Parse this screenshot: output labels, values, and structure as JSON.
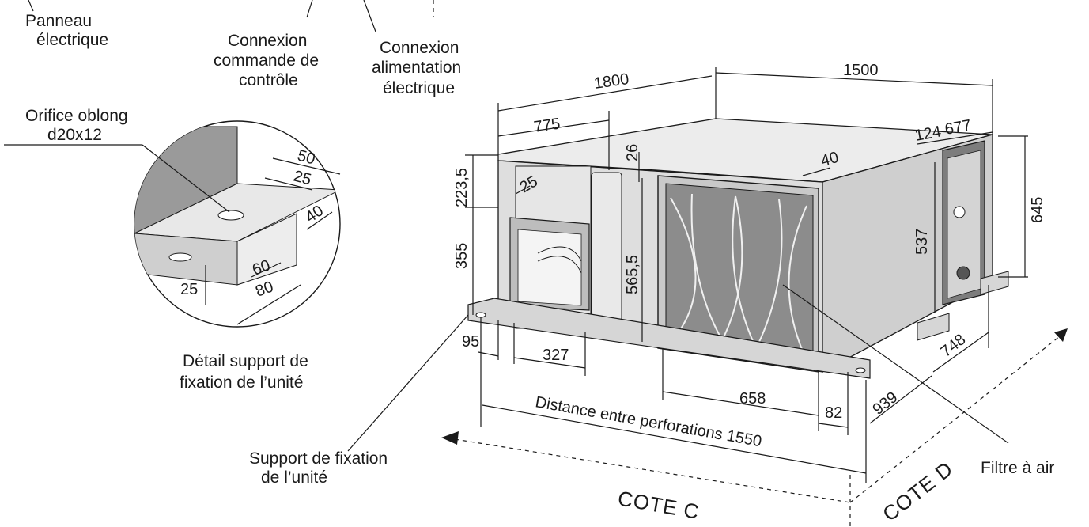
{
  "labels": {
    "panneau_1": "Panneau",
    "panneau_2": "électrique",
    "cmd_1": "Connexion",
    "cmd_2": "commande de",
    "cmd_3": "contrôle",
    "alim_1": "Connexion",
    "alim_2": "alimentation",
    "alim_3": "électrique",
    "orifice_1": "Orifice oblong",
    "orifice_2": "d20x12",
    "detail_1": "Détail support de",
    "detail_2": "fixation de l’unité",
    "support_1": "Support de fixation",
    "support_2": "de l’unité",
    "filtre": "Filtre à air",
    "distance": "Distance entre perforations 1550",
    "cote_c": "COTE C",
    "cote_d": "COTE D"
  },
  "dimensions": {
    "d1800": "1800",
    "d1500": "1500",
    "d775": "775",
    "d124": "124",
    "d677": "677",
    "d26": "26",
    "d40_top": "40",
    "d223_5": "223,5",
    "d25_left": "25",
    "d355": "355",
    "d565_5": "565,5",
    "d537": "537",
    "d645": "645",
    "d95": "95",
    "d327": "327",
    "d658": "658",
    "d82": "82",
    "d939": "939",
    "d748": "748",
    "det_50": "50",
    "det_25_top": "25",
    "det_40": "40",
    "det_60": "60",
    "det_80": "80",
    "det_25_left": "25"
  },
  "colors": {
    "line": "#1a1a1a",
    "panel_light": "#ececec",
    "panel_mid": "#d9d9d9",
    "panel_dark": "#bdbdbd",
    "filter": "#8c8c8c",
    "wall": "#9a9a9a"
  }
}
